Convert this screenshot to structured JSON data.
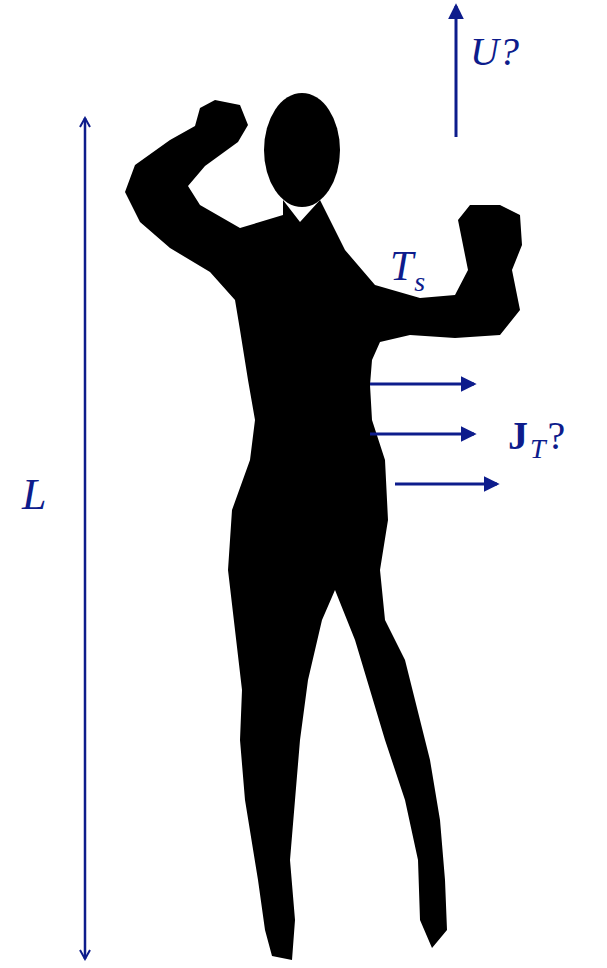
{
  "diagram": {
    "labels": [
      "U?",
      "T",
      "s",
      "J",
      "T",
      "?",
      "L"
    ]
  }
}
